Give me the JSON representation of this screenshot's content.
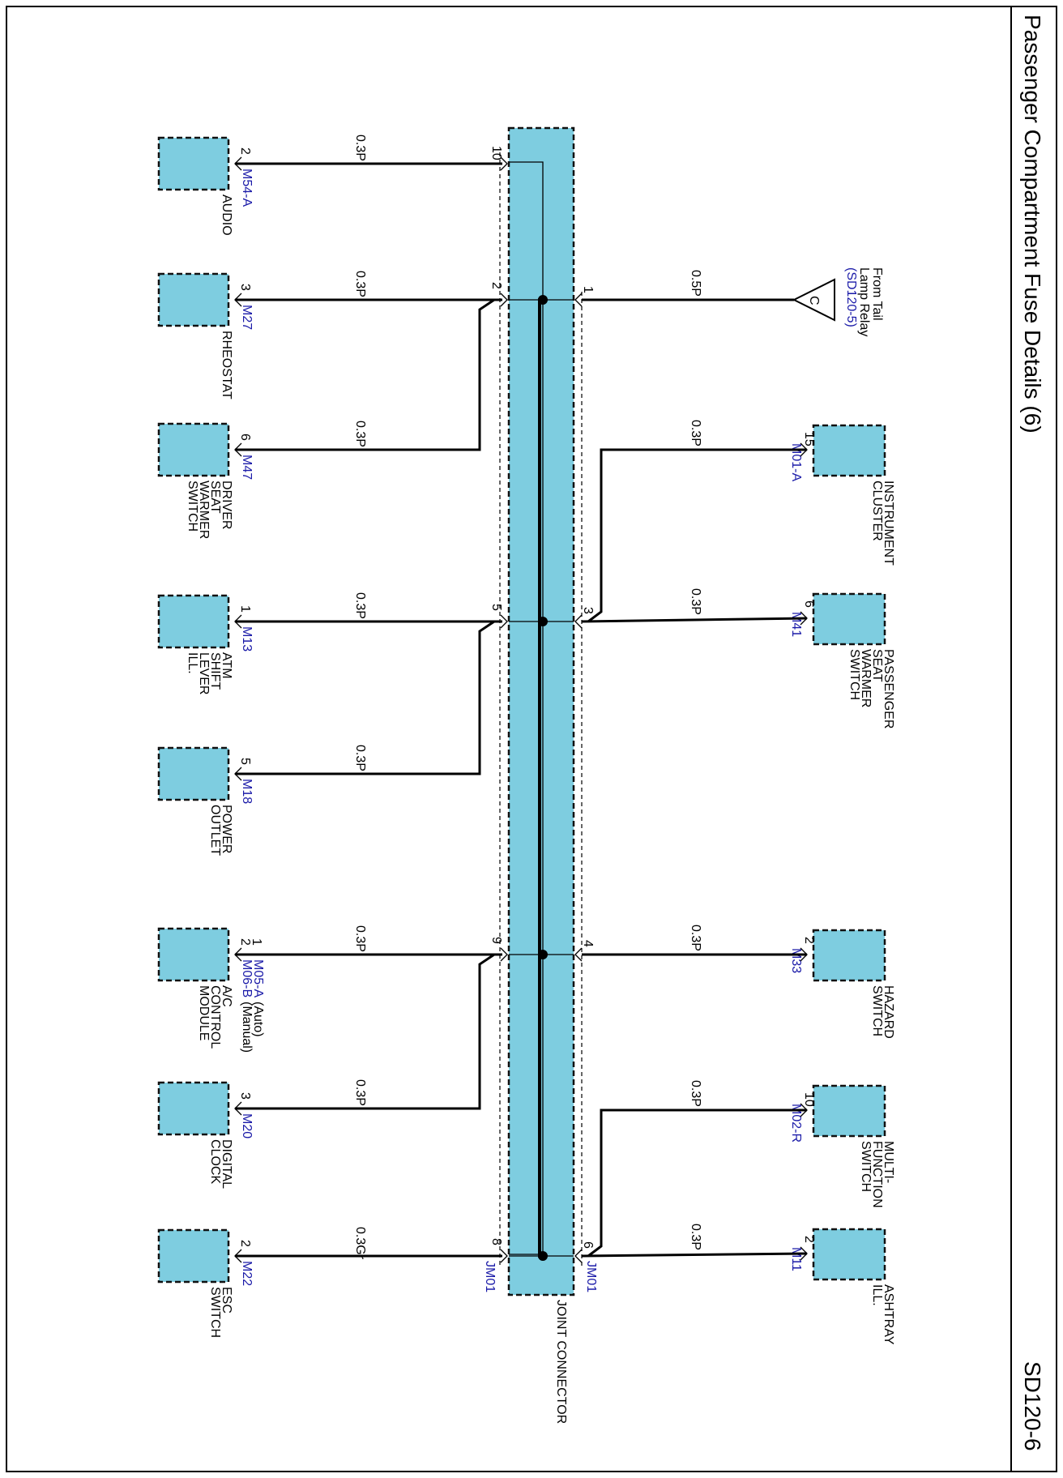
{
  "page": {
    "title": "Passenger Compartment Fuse Details (6)",
    "code": "SD120-6"
  },
  "colors": {
    "component": "#7ecde0",
    "reference": "#1a1aa8"
  },
  "joint": {
    "name": "JOINT CONNECTOR",
    "ref_right": "JM01",
    "ref_left": "JM01"
  },
  "source": {
    "symbol": "C",
    "line1": "From Tail",
    "line2": "Lamp Relay",
    "ref": "(SD120-5)",
    "wire": "0.5P",
    "joint_pin": "1"
  },
  "right_components": [
    {
      "id": "instrument",
      "label": [
        "INSTRUMENT",
        "CLUSTER"
      ],
      "pin": "15",
      "conn": "M01-A",
      "wire": "0.3P",
      "joint_pin": "3"
    },
    {
      "id": "pass-seat",
      "label": [
        "PASSENGER",
        "SEAT",
        "WARMER",
        "SWITCH"
      ],
      "pin": "6",
      "conn": "M41",
      "wire": "0.3P",
      "joint_pin": ""
    },
    {
      "id": "hazard",
      "label": [
        "HAZARD",
        "SWITCH"
      ],
      "pin": "2",
      "conn": "M33",
      "wire": "0.3P",
      "joint_pin": "4"
    },
    {
      "id": "multi",
      "label": [
        "MULTI-",
        "FUNCTION",
        "SWITCH"
      ],
      "pin": "10",
      "conn": "M02-R",
      "wire": "0.3P",
      "joint_pin": "6"
    },
    {
      "id": "ashtray",
      "label": [
        "ASHTRAY",
        "ILL."
      ],
      "pin": "2",
      "conn": "M11",
      "wire": "0.3P",
      "joint_pin": ""
    }
  ],
  "left_components": [
    {
      "id": "audio",
      "label": [
        "AUDIO"
      ],
      "pin": "2",
      "conn": "M54-A",
      "wire": "0.3P",
      "joint_pin": "10"
    },
    {
      "id": "rheostat",
      "label": [
        "RHEOSTAT"
      ],
      "pin": "3",
      "conn": "M27",
      "wire": "0.3P",
      "joint_pin": "2"
    },
    {
      "id": "driver-seat",
      "label": [
        "DRIVER",
        "SEAT",
        "WARMER",
        "SWITCH"
      ],
      "pin": "6",
      "conn": "M47",
      "wire": "0.3P",
      "joint_pin": ""
    },
    {
      "id": "atm",
      "label": [
        "ATM",
        "SHIFT",
        "LEVER",
        "ILL."
      ],
      "pin": "1",
      "conn": "M13",
      "wire": "0.3P",
      "joint_pin": "5"
    },
    {
      "id": "power",
      "label": [
        "POWER",
        "OUTLET"
      ],
      "pin": "5",
      "conn": "M18",
      "wire": "0.3P",
      "joint_pin": ""
    },
    {
      "id": "ac",
      "label": [
        "A/C",
        "CONTROL",
        "MODULE"
      ],
      "pin": "2",
      "pin2": "1",
      "conn": "M06-B",
      "conn_note": "(Manual)",
      "conn2": "M05-A",
      "conn2_note": "(Auto)",
      "wire": "0.3P",
      "joint_pin": "9"
    },
    {
      "id": "clock",
      "label": [
        "DIGITAL",
        "CLOCK"
      ],
      "pin": "3",
      "conn": "M20",
      "wire": "0.3P",
      "joint_pin": ""
    },
    {
      "id": "esc",
      "label": [
        "ESC",
        "SWITCH"
      ],
      "pin": "2",
      "conn": "M22",
      "wire": "0.3Gr",
      "joint_pin": "8"
    }
  ]
}
